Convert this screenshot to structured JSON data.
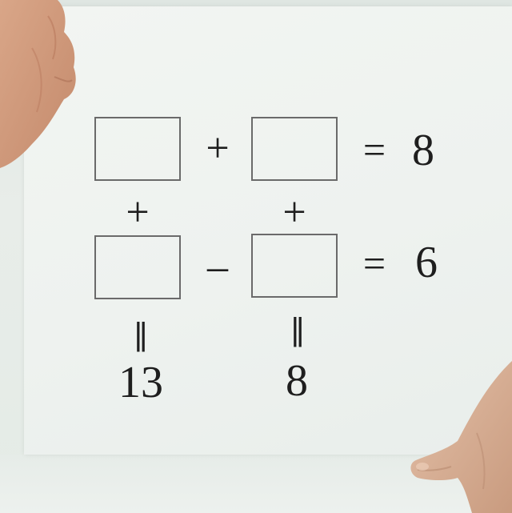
{
  "puzzle": {
    "row1": {
      "operator": "+",
      "equals": "=",
      "result": "8"
    },
    "row2": {
      "operator": "–",
      "equals": "=",
      "result": "6"
    },
    "column_operators": {
      "left": "+",
      "right": "+"
    },
    "column_equals": {
      "left": "||",
      "right": "||"
    },
    "column_results": {
      "left": "13",
      "right": "8"
    }
  }
}
